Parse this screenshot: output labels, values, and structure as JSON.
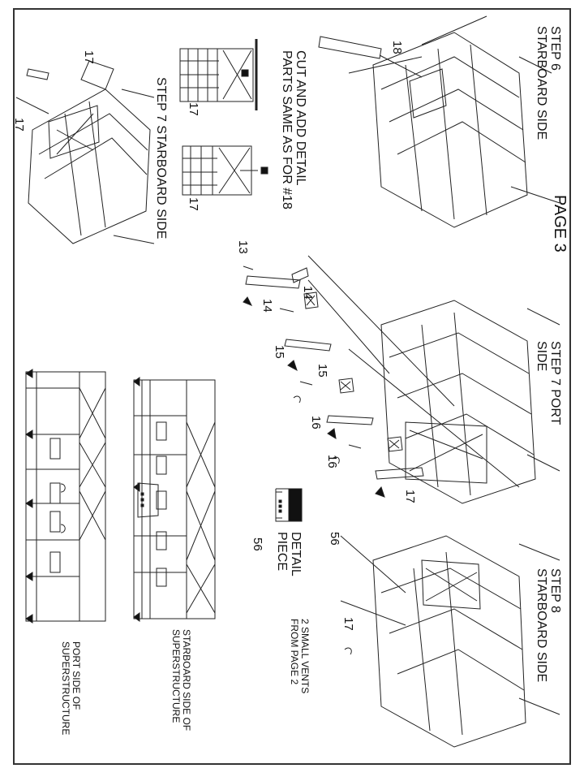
{
  "page": {
    "title": "PAGE 3"
  },
  "steps": {
    "step6": {
      "line1": "STEP 6",
      "line2": "STARBOARD SIDE"
    },
    "step7_port": {
      "line1": "STEP 7 PORT",
      "line2": "SIDE"
    },
    "step8": {
      "line1": "STEP 8",
      "line2": "STARBOARD SIDE"
    },
    "step7_starboard": {
      "text": "STEP 7 STARBOARD SIDE"
    }
  },
  "notes": {
    "cut_detail": {
      "line1": "CUT AND ADD DETAIL",
      "line2": "PARTS SAME AS FOR #18"
    },
    "detail_piece": {
      "line1": "DETAIL",
      "line2": "PIECE",
      "number": "56"
    },
    "vents": {
      "line1": "2 SMALL VENTS",
      "line2": "FROM PAGE 2"
    }
  },
  "views": {
    "starboard": {
      "line1": "STARBOARD SIDE OF",
      "line2": "SUPERSTRUCTURE"
    },
    "port": {
      "line1": "PORT SIDE OF",
      "line2": "SUPERSTRUCTURE"
    }
  },
  "part_numbers": {
    "p18": "18",
    "p17_top": "17",
    "p17_left": "17",
    "p17_cut_a": "17",
    "p17_cut_b": "17",
    "p13": "13",
    "p14_a": "14",
    "p14_b": "14",
    "p15_a": "15",
    "p15_b": "15",
    "p16_a": "16",
    "p16_b": "16",
    "p17_port": "17",
    "p56": "56",
    "p17_step8": "17"
  },
  "colors": {
    "ink": "#111111",
    "frame": "#333333",
    "paper": "#ffffff"
  }
}
